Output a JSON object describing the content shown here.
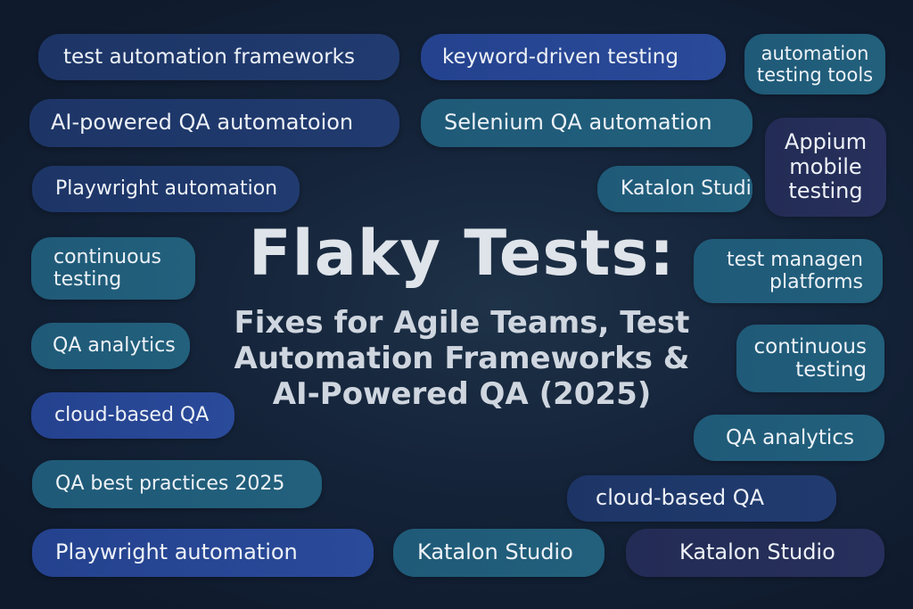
{
  "heading": {
    "title": "Flaky Tests:",
    "subtitle_line1": "Fixes for Agile Teams, Test",
    "subtitle_line2": "Automation Frameworks &",
    "subtitle_line3": "AI-Powered QA (2025)"
  },
  "tags": {
    "t1": "test automation frameworks",
    "t2": "keyword-driven testing",
    "t3_line1": "automation",
    "t3_line2": "testing tools",
    "t4": "AI-powered QA automatoion",
    "t5": "Selenium QA automation",
    "t6_line1": "Appium",
    "t6_line2": "mobile",
    "t6_line3": "testing",
    "t7": "Playwright automation",
    "t8": "Katalon Studi",
    "t9_line1": "continuous",
    "t9_line2": "testing",
    "t10_line1": "test managen",
    "t10_line2": "platforms",
    "t11": "QA analytics",
    "t12_line1": "continuous",
    "t12_line2": "testing",
    "t13": "cloud-based QA",
    "t14": "QA analytics",
    "t15": "QA best practices 2025",
    "t16": "cloud-based QA",
    "t17": "Playwright automation",
    "t18": "Katalon Studio",
    "t19": "Katalon Studio"
  }
}
